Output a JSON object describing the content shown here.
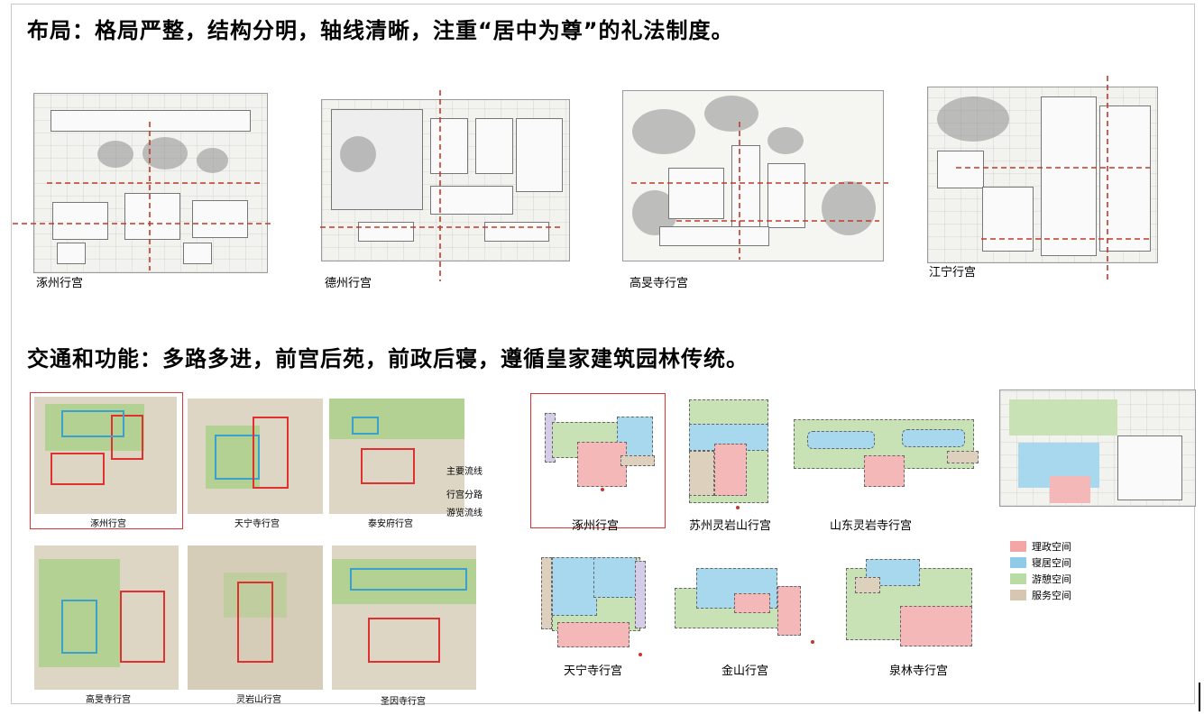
{
  "headings": {
    "layout": "布局：格局严整，结构分明，轴线清晰，注重“居中为尊”的礼法制度。",
    "traffic": "交通和功能：多路多进，前宫后苑，前政后寝，遵循皇家建筑园林传统。"
  },
  "plans": [
    {
      "label": "涿州行宫"
    },
    {
      "label": "德州行宫"
    },
    {
      "label": "高旻寺行宫"
    },
    {
      "label": "江宁行宫"
    }
  ],
  "flow_thumbs": [
    {
      "label": "涿州行宫"
    },
    {
      "label": "天宁寺行宫"
    },
    {
      "label": "泰安府行宫"
    },
    {
      "label": "高旻寺行宫"
    },
    {
      "label": "灵岩山行宫"
    },
    {
      "label": "圣因寺行宫"
    }
  ],
  "flow_legend": [
    "主要流线",
    "行宫分路",
    "游览流线"
  ],
  "zone_diagrams": [
    {
      "label": "涿州行宫"
    },
    {
      "label": "苏州灵岩山行宫"
    },
    {
      "label": "山东灵岩寺行宫"
    },
    {
      "label": "天宁寺行宫"
    },
    {
      "label": "金山行宫"
    },
    {
      "label": "泉林寺行宫"
    }
  ],
  "legend": [
    {
      "label": "理政空间",
      "color": "#f4a6a6"
    },
    {
      "label": "寝居空间",
      "color": "#8fcbe8"
    },
    {
      "label": "游憩空间",
      "color": "#b9dca4"
    },
    {
      "label": "服务空间",
      "color": "#d7c6b1"
    }
  ],
  "colors": {
    "axis": "#c0392b",
    "highlight_box": "#dd3333"
  }
}
